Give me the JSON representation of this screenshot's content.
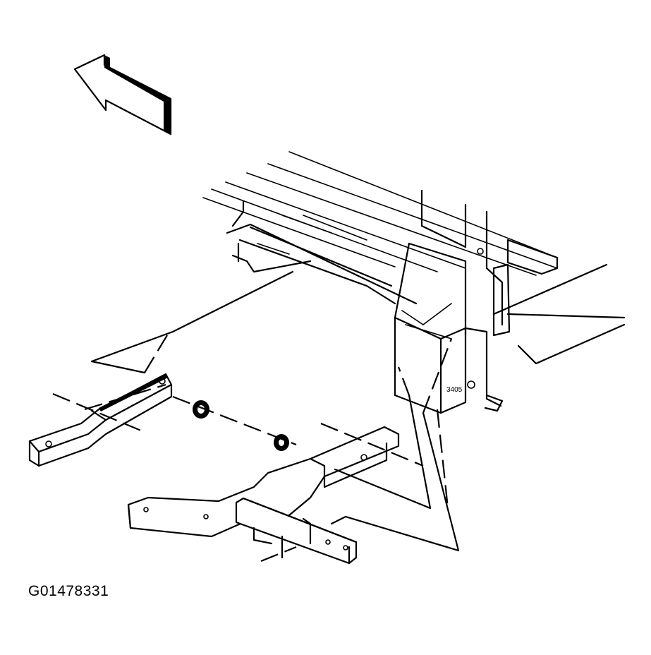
{
  "figure": {
    "id_label": "G01478331",
    "background": "#ffffff",
    "line_color": "#000000"
  },
  "parts": [
    "front-direction-arrow",
    "vehicle-frame-rail",
    "body-floor-panel",
    "rear-support-bracket",
    "insulator-upper",
    "insulator-lower",
    "crossmember-bracket",
    "hitch-receiver-assembly"
  ]
}
